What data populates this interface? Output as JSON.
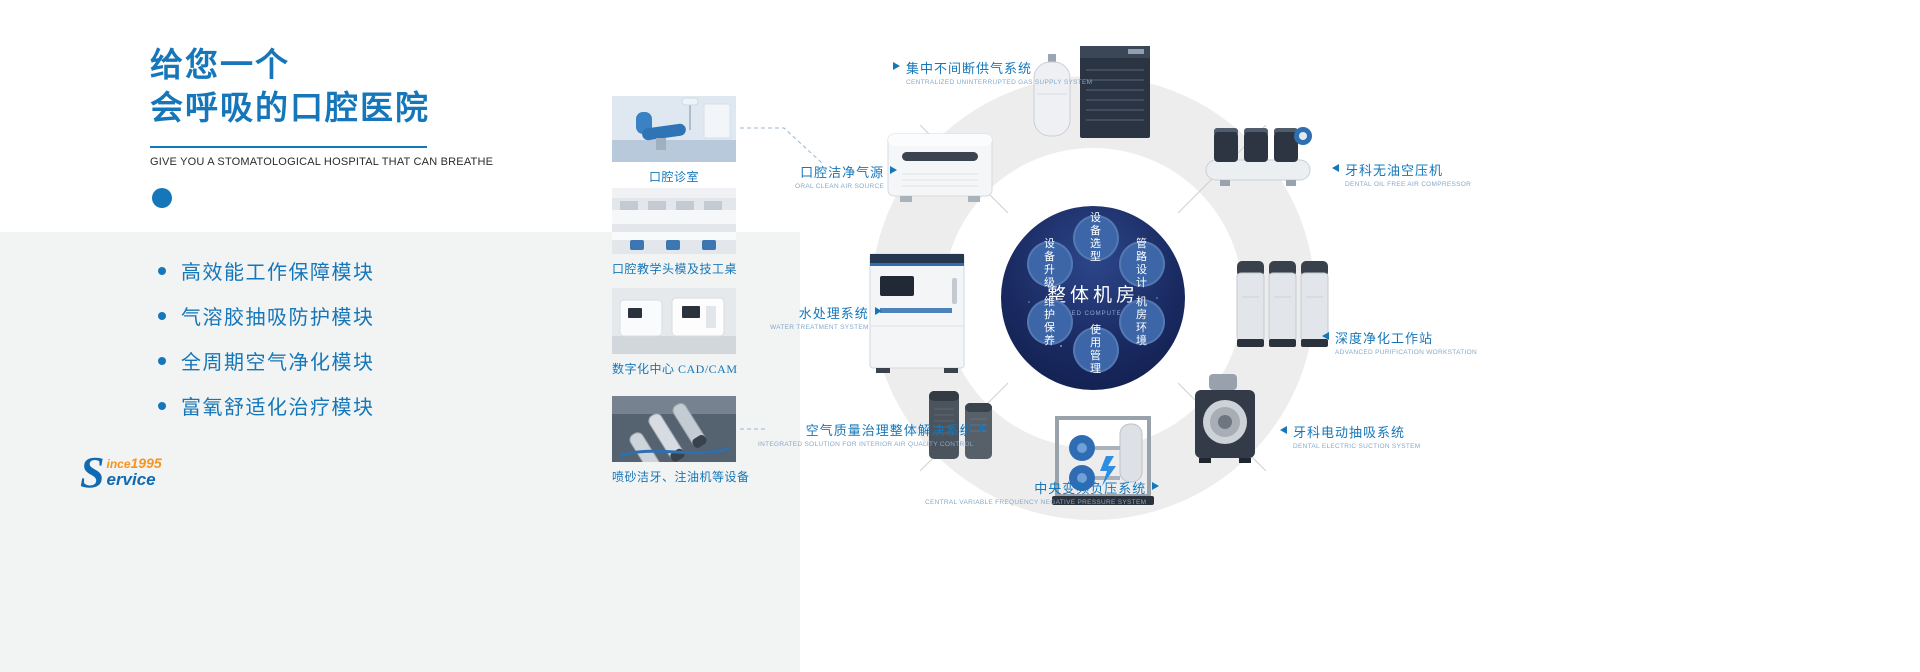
{
  "hero": {
    "title_line1": "给您一个",
    "title_line2": "会呼吸的口腔医院",
    "subtitle_en": "GIVE YOU A STOMATOLOGICAL HOSPITAL THAT CAN BREATHE",
    "modules": [
      "高效能工作保障模块",
      "气溶胶抽吸防护模块",
      "全周期空气净化模块",
      "富氧舒适化治疗模块"
    ]
  },
  "logo": {
    "initial": "S",
    "top_suffix": "ince",
    "year": "1995",
    "bottom_suffix": "ervice"
  },
  "photos": [
    {
      "caption": "口腔诊室"
    },
    {
      "caption": "口腔教学头模及技工桌"
    },
    {
      "caption": "数字化中心 CAD/CAM"
    },
    {
      "caption": "喷砂洁牙、注油机等设备"
    }
  ],
  "diagram": {
    "center_title": "整体机房",
    "center_subtitle": "INTEGRATED COMPUTER ROOM",
    "nodes": [
      "设备选型",
      "管路设计",
      "机房环境",
      "使用管理",
      "维护保养",
      "设备升级"
    ],
    "equipment": [
      {
        "label": "集中不间断供气系统",
        "caption": "CENTRALIZED UNINTERRUPTED GAS SUPPLY SYSTEM"
      },
      {
        "label": "牙科无油空压机",
        "caption": "DENTAL OIL FREE AIR COMPRESSOR"
      },
      {
        "label": "深度净化工作站",
        "caption": "ADVANCED PURIFICATION WORKSTATION"
      },
      {
        "label": "牙科电动抽吸系统",
        "caption": "DENTAL ELECTRIC SUCTION SYSTEM"
      },
      {
        "label": "中央变频负压系统",
        "caption": "CENTRAL VARIABLE FREQUENCY NEGATIVE PRESSURE SYSTEM"
      },
      {
        "label": "空气质量治理整体解决系统",
        "caption": "INTEGRATED SOLUTION FOR INTERIOR AIR QUALITY CONTROL"
      },
      {
        "label": "水处理系统",
        "caption": "WATER TREATMENT SYSTEM"
      },
      {
        "label": "口腔洁净气源",
        "caption": "ORAL CLEAN AIR SOURCE"
      }
    ]
  },
  "colors": {
    "accent_blue": "#1577b9",
    "navy": "#16245b",
    "node_blue": "#3c66a8",
    "orange": "#f7941d",
    "band_gray": "#f2f3f3",
    "ring_gray": "#ededee"
  }
}
